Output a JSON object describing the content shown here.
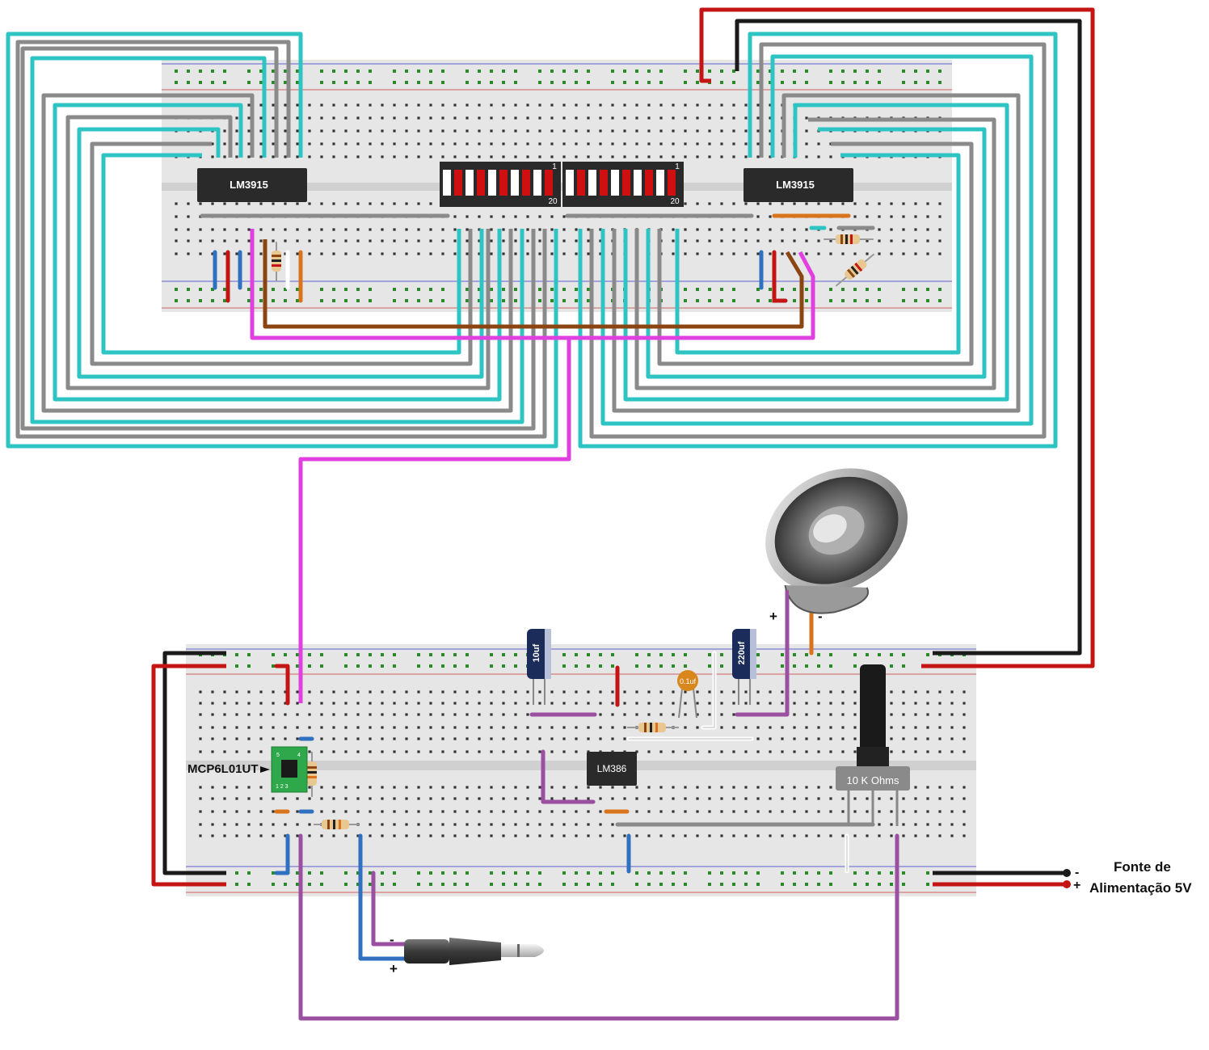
{
  "labels": {
    "ic_left": "LM3915",
    "ic_right": "LM3915",
    "bar_pin_top_left": "1",
    "bar_pin_bottom_left": "20",
    "bar_pin_top_right": "1",
    "bar_pin_bottom_right": "20",
    "cap_10": "10uf",
    "cap_220": "220uf",
    "cap_ceramic": "0.1uf",
    "amp_ic": "LM386",
    "opamp": "MCP6L01UT",
    "pot": "10 K Ohms",
    "speaker_plus": "+",
    "speaker_minus": "-",
    "jack_minus": "-",
    "jack_plus": "+",
    "psu_minus": "-",
    "psu_plus": "+",
    "psu_line1": "Fonte de",
    "psu_line2": "Alimentação 5V"
  },
  "colors": {
    "cyan": "#2ec4c4",
    "gray": "#8a8a8a",
    "red": "#c41414",
    "black": "#1a1a1a",
    "magenta": "#e040e0",
    "purple": "#9a4fa0",
    "blue": "#3070c0",
    "brown": "#8b4513",
    "orange": "#d9741c",
    "board": "#e6e6e6",
    "hole": "#2a8a2a"
  },
  "icons": {
    "speaker": "speaker-icon",
    "jack": "audio-jack-icon",
    "pot": "potentiometer-icon"
  }
}
